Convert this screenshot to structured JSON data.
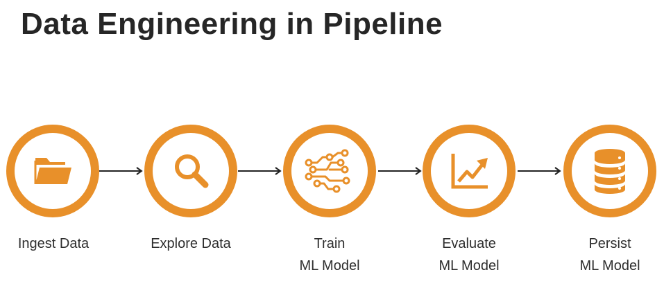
{
  "title": "Data Engineering in Pipeline",
  "accent_color": "#E8902A",
  "steps": [
    {
      "icon": "folder-icon",
      "label_line1": "Ingest Data",
      "label_line2": ""
    },
    {
      "icon": "magnifier-icon",
      "label_line1": "Explore Data",
      "label_line2": ""
    },
    {
      "icon": "circuit-icon",
      "label_line1": "Train",
      "label_line2": "ML Model"
    },
    {
      "icon": "trend-chart-icon",
      "label_line1": "Evaluate",
      "label_line2": "ML Model"
    },
    {
      "icon": "database-icon",
      "label_line1": "Persist",
      "label_line2": "ML Model"
    }
  ]
}
